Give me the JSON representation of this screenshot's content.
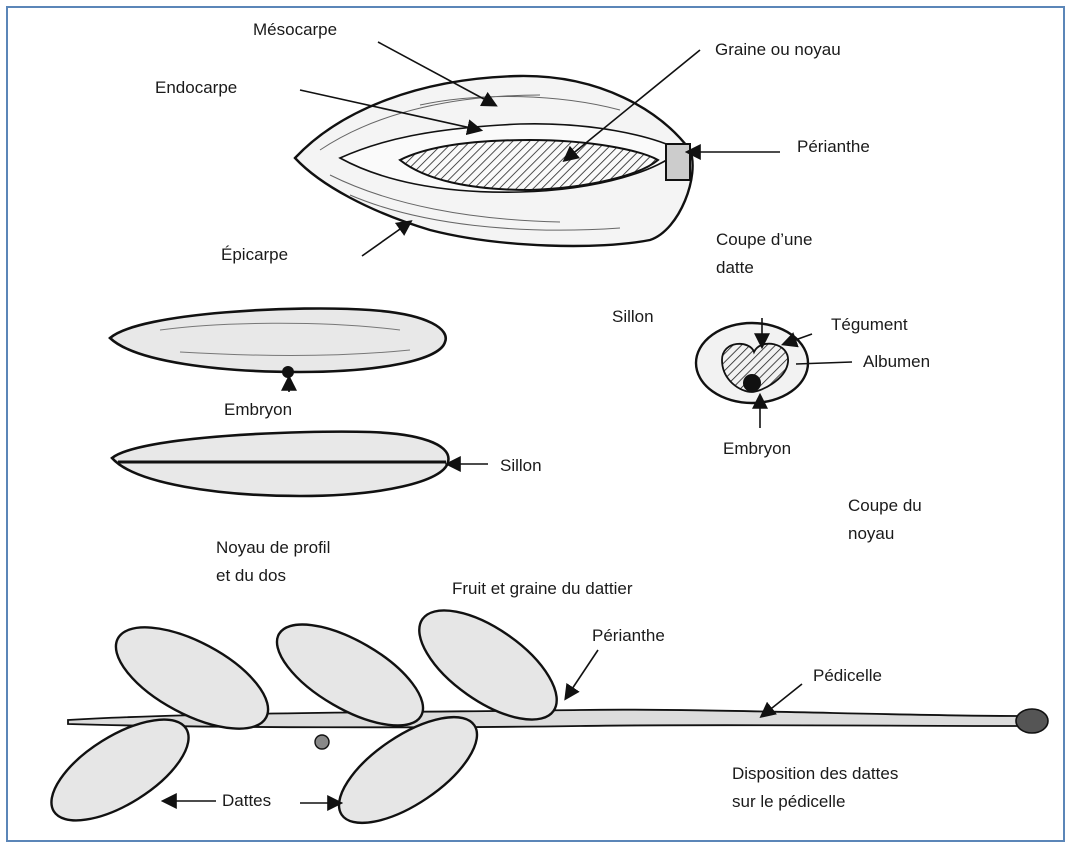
{
  "labels": {
    "mesocarpe": "Mésocarpe",
    "graine_ou_noyau": "Graine ou noyau",
    "endocarpe": "Endocarpe",
    "perianthe_top": "Périanthe",
    "epicarpe": "Épicarpe",
    "coupe_datte_line1": "Coupe d’une",
    "coupe_datte_line2": "datte",
    "sillon_section": "Sillon",
    "tegument": "Tégument",
    "albumen": "Albumen",
    "embryon_section": "Embryon",
    "embryon_profile": "Embryon",
    "sillon_back": "Sillon",
    "coupe_noyau_line1": "Coupe du",
    "coupe_noyau_line2": "noyau",
    "noyau_profil_line1": "Noyau de profil",
    "noyau_profil_line2": "et du dos",
    "caption": "Fruit et graine du dattier",
    "perianthe_branch": "Périanthe",
    "pedicelle": "Pédicelle",
    "dattes": "Dattes",
    "disposition_line1": "Disposition des dattes",
    "disposition_line2": "sur le pédicelle"
  },
  "colors": {
    "frame": "#5b86b8",
    "ink": "#1a1a1a",
    "fill": "#e8e8e8"
  }
}
